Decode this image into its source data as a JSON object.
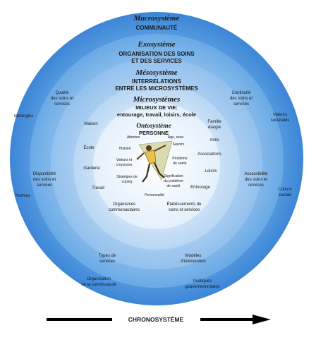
{
  "rings": {
    "macro": {
      "title": "Macrosystème",
      "subtitle": "COMMUNAUTÉ"
    },
    "exo": {
      "title": "Exosystème",
      "line1": "ORGANISATION DES SOINS",
      "line2": "ET DES SERVICES"
    },
    "meso": {
      "title": "Mésosystème",
      "line1": "INTERRELATIONS",
      "line2": "ENTRE LES MICROSYSTÈMES"
    },
    "micro": {
      "title": "Microsystèmes",
      "line1": "MILIEUX DE VIE:",
      "line2": "entourage, travail, loisirs, école"
    },
    "onto": {
      "title": "Ontosystème",
      "subtitle": "PERSONNE"
    }
  },
  "macro_labels": {
    "ideologies": "Idéologies",
    "normes": "Normes",
    "valeurs_soc_1": "Valeurs",
    "valeurs_soc_2": "sociétales",
    "culture_1": "Culture",
    "culture_2": "sociale",
    "politiques_1": "Politiques",
    "politiques_2": "gouvernementales",
    "organisation_1": "Organisation",
    "organisation_2": "de la communauté"
  },
  "exo_labels": {
    "qualite_1": "Qualité",
    "qualite_2": "des soins et",
    "qualite_3": "services",
    "continuite_1": "Continuité",
    "continuite_2": "des soins et",
    "continuite_3": "services",
    "dispo_1": "Disponibilité",
    "dispo_2": "des soins et",
    "dispo_3": "services",
    "access_1": "Accessibilité",
    "access_2": "des soins et",
    "access_3": "services",
    "types_1": "Types de",
    "types_2": "services",
    "modeles_1": "Modèles",
    "modeles_2": "d'intervention"
  },
  "micro_labels": {
    "maison": "Maison",
    "ecole": "École",
    "garderie": "Garderie",
    "travail": "Travail",
    "famille_1": "Famille",
    "famille_2": "élargie",
    "amis": "Amis",
    "associations": "Associations",
    "loisirs": "Loisirs",
    "entourage": "Entourage",
    "orgs_1": "Organismes",
    "orgs_2": "communautaires",
    "etab_1": "Établissements de",
    "etab_2": "soins et services"
  },
  "onto_labels": {
    "attentes": "Attentes",
    "age_sexe": "Âge, sexe",
    "savoirs": "Savoirs",
    "histoire": "Histoire",
    "valeurs_1": "Valeurs et",
    "valeurs_2": "croyances",
    "probleme_1": "Problème",
    "probleme_2": "de santé",
    "strategies_1": "Stratégies de",
    "strategies_2": "coping",
    "signif_1": "Signification",
    "signif_2": "du problème",
    "signif_3": "de santé",
    "personnalite": "Personnalité"
  },
  "footer": {
    "chronosysteme": "CHRONOSYSTÈME"
  },
  "colors": {
    "outer": "#4f97e0",
    "exo": "#7bb3e8",
    "meso": "#9fc8ef",
    "micro": "#c6def5",
    "inner": "#f4f9fe",
    "figure": "#e8c24a"
  },
  "icons": {
    "person": "person-figure-icon",
    "arrow": "arrow-right-icon"
  }
}
